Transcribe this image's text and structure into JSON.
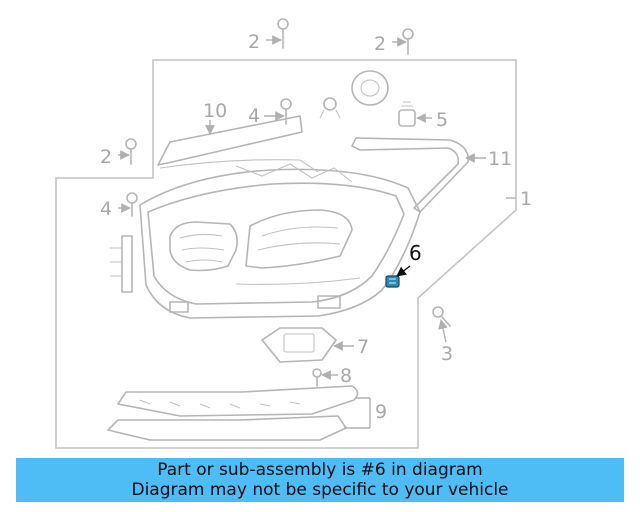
{
  "callouts": {
    "c1": "1",
    "c2a": "2",
    "c2b": "2",
    "c2c": "2",
    "c3": "3",
    "c4a": "4",
    "c4b": "4",
    "c5": "5",
    "c6": "6",
    "c7": "7",
    "c8": "8",
    "c9": "9",
    "c10": "10",
    "c11": "11"
  },
  "highlighted_part": "6",
  "colors": {
    "banner_bg": "#4fbdf5",
    "highlight_part": "#2e8bb0",
    "line_art": "#b5b5b5"
  },
  "banner": {
    "line1": "Part or sub-assembly is #6 in diagram",
    "line2": "Diagram may not be specific to your vehicle"
  }
}
